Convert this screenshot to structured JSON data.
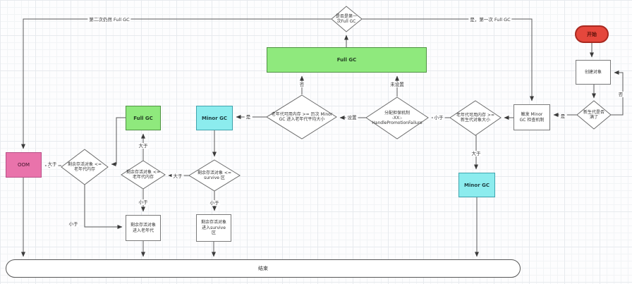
{
  "diagram": {
    "kind": "flowchart",
    "topic": "JVM GC allocation / collection flow",
    "nodes": {
      "start": {
        "label": "开始"
      },
      "create_object": {
        "label": "创建对象"
      },
      "young_gen_full": {
        "label": "新生代是否\n满了"
      },
      "trigger_minor_check": {
        "label": "触发 Minor\nGC 检查机制"
      },
      "oldgen_mem_ge_younggen": {
        "label": "老年代可用内存 >=\n新生代对象大小"
      },
      "minor_gc_right": {
        "label": "Minor GC"
      },
      "promotion_guarantee": {
        "label": "分配担保机制\n-XX:-\nHandlePromotionFailure"
      },
      "oldgen_mem_ge_history_avg": {
        "label": "老年代可用内存 >=  历次 Minor\nGC 进入老年代平均大小"
      },
      "full_gc_main": {
        "label": "Full GC"
      },
      "is_first_full_gc": {
        "label": "是否是第一\n次Full GC"
      },
      "minor_gc_left": {
        "label": "Minor GC"
      },
      "survivors_vs_survive": {
        "label": "剩余存活对象 <=\nsurvive 区"
      },
      "survivors_vs_oldgen_mid": {
        "label": "剩余存活对象 <=\n老年代内存"
      },
      "full_gc_small": {
        "label": "Full GC"
      },
      "survivors_vs_oldgen_left": {
        "label": "剩余存活对象 <=\n老年代内存"
      },
      "oom": {
        "label": "OOM"
      },
      "enter_oldgen": {
        "label": "剩余存活对象\n进入老年代"
      },
      "enter_survive": {
        "label": "剩余存活对象\n进入survive\n区"
      },
      "end": {
        "label": "结束"
      }
    },
    "edge_labels": {
      "second_full_gc": "第二次仍然 Full GC",
      "yes_first_full_gc": "是，第一次 Full GC",
      "no_loop": "否",
      "yes_to_trigger": "是",
      "less_to_guarantee": "小于",
      "greater_to_minor": "大于",
      "not_set": "未设置",
      "set": "设置",
      "no_to_full_gc": "否",
      "yes_to_minor_left": "是",
      "less_to_survive": "小于",
      "greater_to_mid": "大于",
      "greater_to_full_gc": "大于",
      "less_to_oldgen": "小于",
      "greater_to_oom": "大于",
      "less_to_oldgen_left": "小于"
    },
    "colors": {
      "full_gc_green": "#8fe97d",
      "minor_gc_cyan": "#8cecee",
      "oom_pink": "#e973ab",
      "start_red": "#e5473c",
      "wire_gray": "#595959"
    }
  }
}
